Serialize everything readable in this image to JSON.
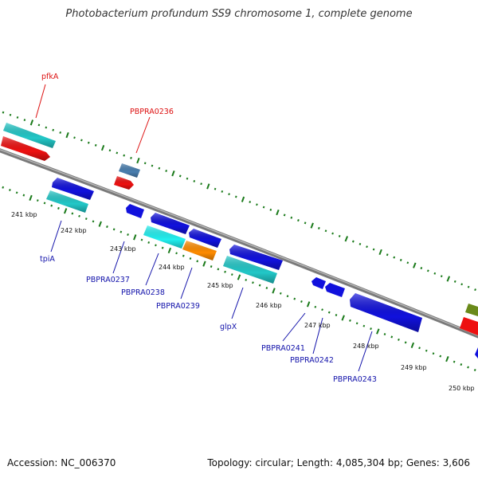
{
  "title": "Photobacterium profundum SS9 chromosome 1, complete genome",
  "footer": {
    "accession": "Accession: NC_006370",
    "summary": "Topology: circular; Length: 4,085,304 bp; Genes: 3,606"
  },
  "colors": {
    "backbone": "#7a7a7a",
    "tick": "#1a7a1a",
    "cds_red": "#ee1111",
    "cds_blue": "#1111dd",
    "cds_cyan": "#22c8c8",
    "cds_lightcyan": "#22f0f0",
    "cds_orange": "#ff8c00",
    "cds_steel": "#4a7fb0",
    "cds_olive": "#6a8a1a",
    "label_red": "#dd1111",
    "label_blue": "#1111aa"
  },
  "ticks": [
    "241 kbp",
    "242 kbp",
    "243 kbp",
    "244 kbp",
    "245 kbp",
    "246 kbp",
    "247 kbp",
    "248 kbp",
    "249 kbp",
    "250 kbp"
  ],
  "genes_forward": [
    {
      "label": "pfkA"
    },
    {
      "label": "PBPRA0236"
    }
  ],
  "genes_reverse": [
    {
      "label": "tpiA"
    },
    {
      "label": "PBPRA0237"
    },
    {
      "label": "PBPRA0238"
    },
    {
      "label": "PBPRA0239"
    },
    {
      "label": "glpX"
    },
    {
      "label": "PBPRA0241"
    },
    {
      "label": "PBPRA0242"
    },
    {
      "label": "PBPRA0243"
    }
  ]
}
